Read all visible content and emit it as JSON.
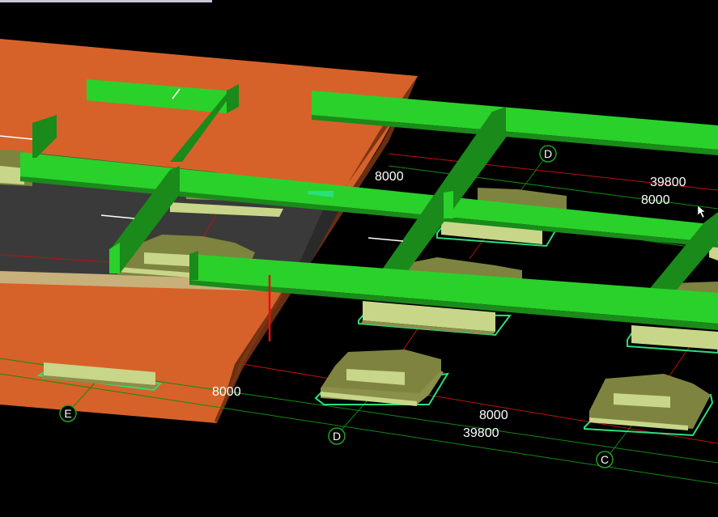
{
  "colors": {
    "background": "#000000",
    "slab_top": "#d6622a",
    "slab_side": "#6a2e12",
    "pit_floor": "#3a3a3a",
    "beam_top": "#2ad12a",
    "beam_side": "#1a8a1a",
    "footing_top": "#c8d68a",
    "footing_side": "#8a8f4a",
    "footing_outline": "#29e07a",
    "grid_red": "#c01010",
    "grid_green": "#118a11",
    "text": "#ffffff"
  },
  "dimensions": {
    "d1": "8000",
    "d2": "39800",
    "d3": "8000",
    "d4": "8000",
    "d5": "8000",
    "d6": "39800"
  },
  "axes": {
    "e_bottom": "E",
    "d_bottom": "D",
    "c_bottom": "C",
    "d_top": "D"
  },
  "icons": {
    "cursor": "cursor-arrow-icon"
  }
}
